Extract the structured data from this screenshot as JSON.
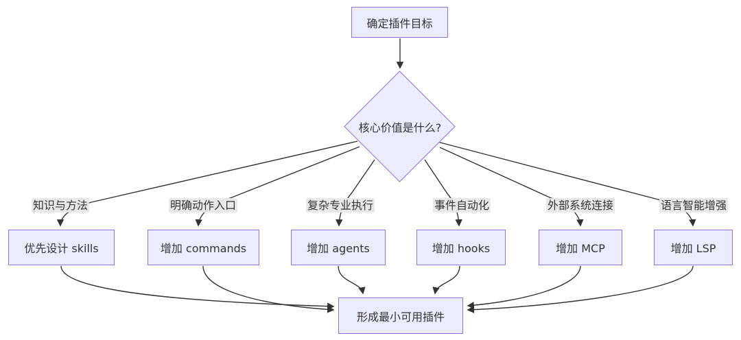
{
  "diagram": {
    "type": "flowchart",
    "start_node": {
      "label": "确定插件目标"
    },
    "decision_node": {
      "label": "核心价值是什么?"
    },
    "branches": [
      {
        "edge_label": "知识与方法",
        "node_label": "优先设计 skills"
      },
      {
        "edge_label": "明确动作入口",
        "node_label": "增加 commands"
      },
      {
        "edge_label": "复杂专业执行",
        "node_label": "增加 agents"
      },
      {
        "edge_label": "事件自动化",
        "node_label": "增加 hooks"
      },
      {
        "edge_label": "外部系统连接",
        "node_label": "增加 MCP"
      },
      {
        "edge_label": "语言智能增强",
        "node_label": "增加 LSP"
      }
    ],
    "end_node": {
      "label": "形成最小可用插件"
    },
    "colors": {
      "node_fill": "#ECECFF",
      "node_border": "#9370DB",
      "edge_stroke": "#333333",
      "text": "#333333",
      "edge_label_bg": "#e8e8e8",
      "background": "#ffffff"
    }
  }
}
